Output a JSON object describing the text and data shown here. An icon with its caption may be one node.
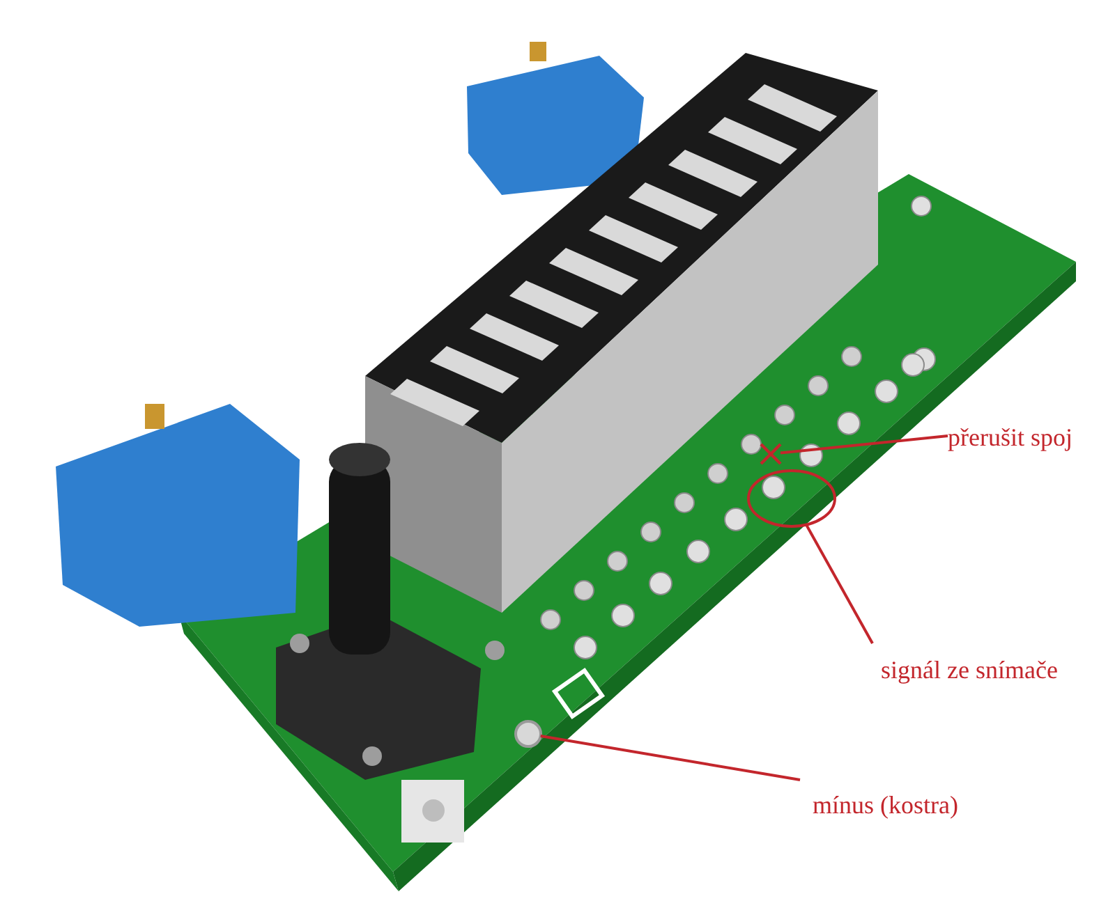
{
  "diagram": {
    "nodes": [
      {
        "text": [
          "přerušit spoj"
        ]
      },
      {
        "text": [],
        "shape": "cross"
      },
      {
        "text": [
          "signál ze snímače"
        ]
      },
      {
        "text": [],
        "shape": "ellipse"
      },
      {
        "text": [
          "mínus (kostra)"
        ]
      },
      {
        "text": [],
        "shape": "circle"
      }
    ],
    "edges": [
      {
        "from": 0,
        "to": 1,
        "arrow": "none"
      },
      {
        "from": 2,
        "to": 3,
        "arrow": "none"
      },
      {
        "from": 4,
        "to": 5,
        "arrow": "none"
      }
    ]
  }
}
